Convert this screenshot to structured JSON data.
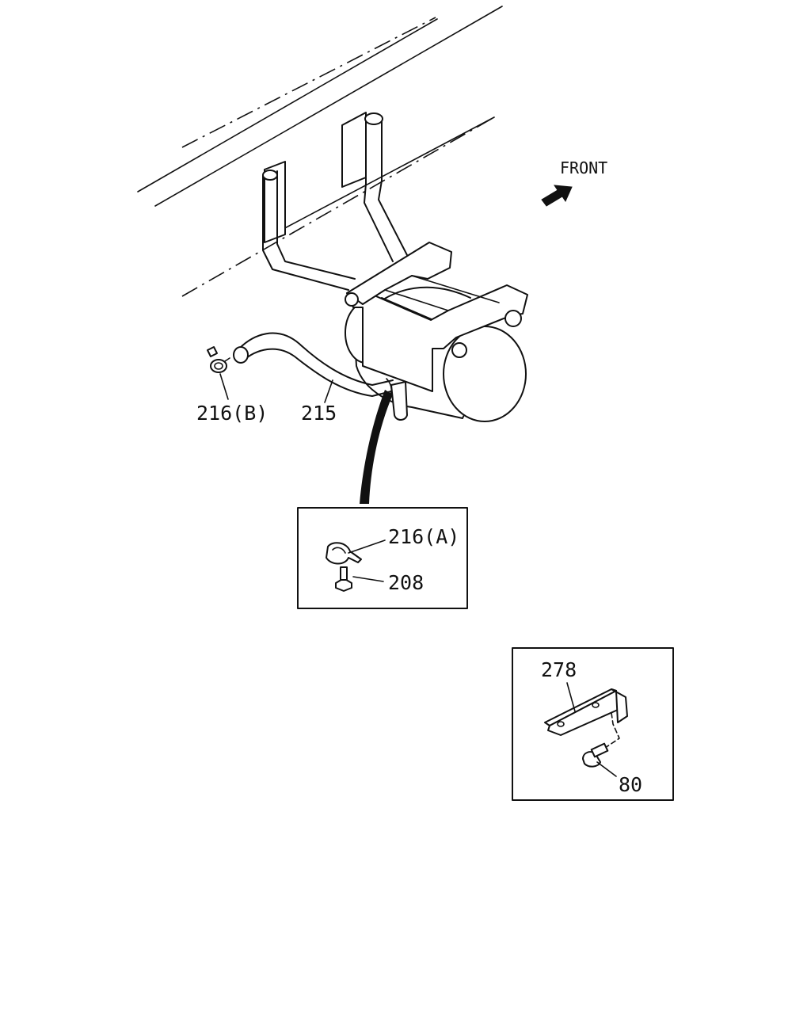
{
  "labels": {
    "front": "FRONT",
    "clamp_b": "216(B)",
    "hose": "215",
    "clamp_a": "216(A)",
    "bolt_a": "208",
    "bracket": "278",
    "bolt_b": "80"
  }
}
